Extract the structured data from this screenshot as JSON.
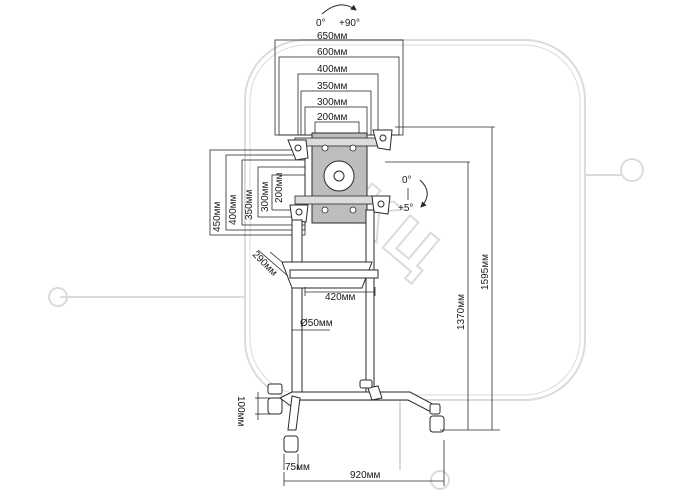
{
  "rotation_top": {
    "left": "0°",
    "right": "+90°"
  },
  "tilt": {
    "top": "0°",
    "bottom": "+5°"
  },
  "widths": [
    "650мм",
    "600мм",
    "400мм",
    "350мм",
    "300мм",
    "200мм"
  ],
  "heights": [
    "450мм",
    "400мм",
    "350мм",
    "300мм",
    "200мм"
  ],
  "shelf": {
    "depth": "290мм",
    "width": "420мм"
  },
  "pole_diameter": "Ø50мм",
  "overall_height": "1595мм",
  "center_height": "1370мм",
  "wheel": {
    "diameter": "100мм",
    "width": "75мм"
  },
  "base_width": "920мм",
  "watermark": {
    "text": "КЦ"
  },
  "colors": {
    "line": "#2a2a2a",
    "plate": "#bdbdbd",
    "watermark": "#d8d8d8"
  }
}
